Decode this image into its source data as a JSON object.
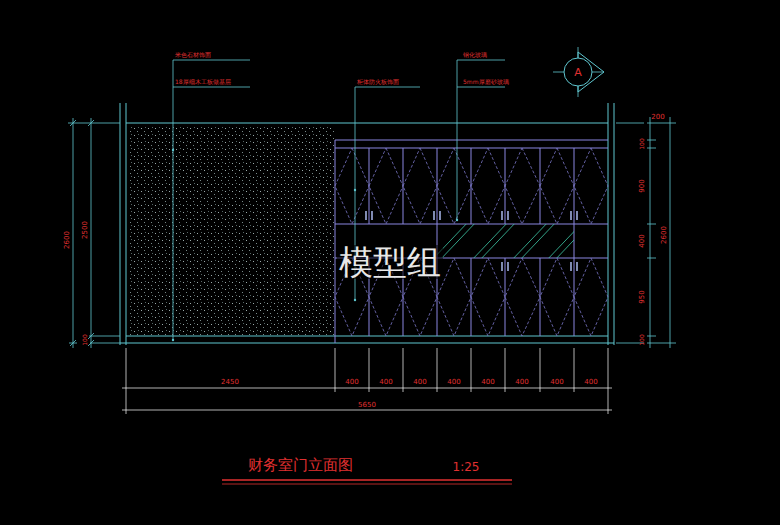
{
  "diagram": {
    "title": "财务室门立面图",
    "nodes": [
      {
        "text": [
          "A"
        ]
      }
    ],
    "labels": [
      "模型组",
      "米色石材饰面",
      "18厚细木工板做基层",
      "柜体防火板饰面",
      "钢化玻璃",
      "5mm厚磨砂玻璃",
      "2600",
      "2500",
      "100",
      "200",
      "100",
      "900",
      "400",
      "950",
      "100",
      "2600",
      "2450",
      "400",
      "400",
      "400",
      "400",
      "400",
      "400",
      "400",
      "400",
      "5650",
      "1:25"
    ]
  }
}
